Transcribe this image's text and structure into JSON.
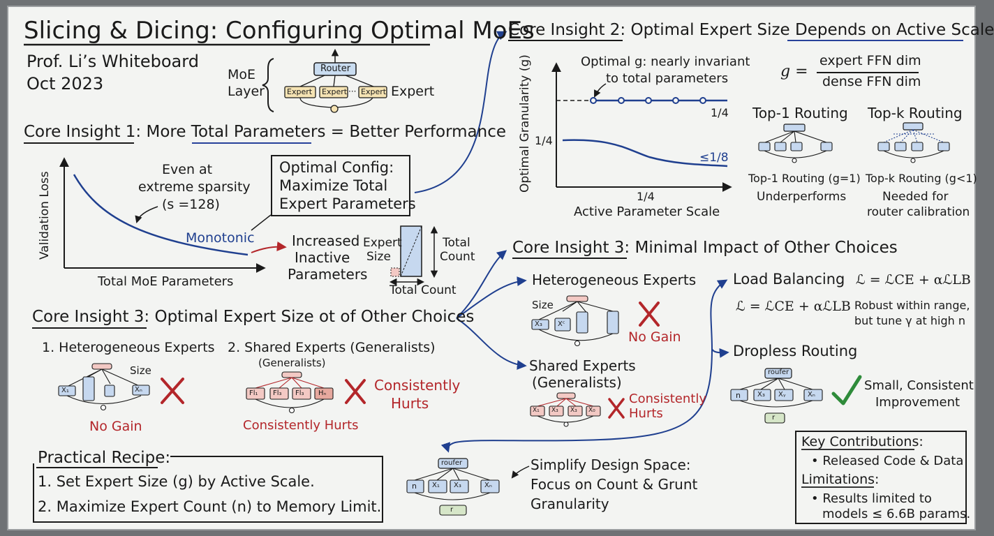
{
  "header": {
    "title": "Slicing & Dicing: Configuring Optimal MoEs",
    "author": "Prof. Li’s Whiteboard",
    "date": "Oct 2023"
  },
  "moe_diagram": {
    "label_line1": "MoE",
    "label_line2": "Layer",
    "router": "Router",
    "experts": [
      "Expert",
      "Expert",
      "Expert"
    ],
    "ellipsis": "···",
    "side_label": "Expert"
  },
  "insight1": {
    "title": "Core Insight 1: More Total Parameters = Better Performance",
    "chart_ylabel": "Validation Loss",
    "chart_xlabel": "Total MoE Parameters",
    "annotation": "Even at extreme sparsity (s =128)",
    "annotation_l1": "Even at",
    "annotation_l2": "extreme sparsity",
    "annotation_l3": "(s =128)",
    "curve_label": "Monotonic",
    "config_l1": "Optimal Config:",
    "config_l2": "Maximize Total",
    "config_l3": "Expert Parameters",
    "inactive_l1": "Increased",
    "inactive_l2": "Inactive",
    "inactive_l3": "Parameters",
    "expert_size_l1": "Expert",
    "expert_size_l2": "Size",
    "total_count_l1": "Total",
    "total_count_l2": "Count",
    "total_count_bottom": "Total Count"
  },
  "insight2": {
    "title": "Core Insight 2: Optimal Expert Size Depends on Active Scale",
    "chart_ylabel": "Optimal Granularity (g)",
    "chart_xlabel": "Active Parameter Scale",
    "note_l1": "Optimal g: nearly invariant",
    "note_l2": "to total parameters",
    "tick_y": "1/4",
    "tick_x": "1/4",
    "right_top": "1/4",
    "right_bottom": "≤1/8",
    "formula_lhs": "g =",
    "formula_num": "expert FFN dim",
    "formula_den": "dense FFN dim",
    "top1_title": "Top-1 Routing",
    "topk_title": "Top-k Routing",
    "top1_cap_l1": "Top-1 Routing (g=1)",
    "top1_cap_l2": "Underperforms",
    "topk_cap_l1": "Top-k Routing (g<1)",
    "topk_cap_l2": "Needed for",
    "topk_cap_l3": "router calibration"
  },
  "insight3_left": {
    "title": "Core Insight 3: Optimal Expert Size ot of Other Choices",
    "hetero_title": "1. Heterogeneous Experts",
    "hetero_size": "Size",
    "hetero_nodes": [
      "X₁",
      "Xₙ"
    ],
    "hetero_result": "No Gain",
    "shared_title": "2. Shared Experts (Generalists)",
    "shared_sub": "(Generalists)",
    "shared_nodes": [
      "Fl₁",
      "Fl₃",
      "Fl₃",
      "Hₙ"
    ],
    "shared_result_side_l1": "Consistently",
    "shared_result_side_l2": "Hurts",
    "shared_result_bottom": "Consistently Hurts"
  },
  "insight3_right": {
    "title": "Core Insight 3: Minimal Impact of Other Choices",
    "hetero_title": "Heterogeneous Experts",
    "hetero_size": "Size",
    "hetero_nodes": [
      "X₃",
      "Xᶜ"
    ],
    "hetero_result": "No Gain",
    "shared_title_l1": "Shared Experts",
    "shared_title_l2": "(Generalists)",
    "shared_nodes": [
      "X₁",
      "X₃",
      "X₃",
      "X₀"
    ],
    "shared_result_l1": "Consistently",
    "shared_result_l2": "Hurts",
    "load_title": "Load Balancing",
    "load_formula": "ℒ = ℒCE + αℒLB",
    "load_formula_2": "ℒ = ℒCE + αℒLB",
    "load_note_l1": "Robust within range,",
    "load_note_l2": "but tune γ at high n",
    "dropless_title": "Dropless Routing",
    "dropless_router": "roufer",
    "dropless_nodes": [
      "n",
      "X₃",
      "Xᵧ",
      "Xₙ"
    ],
    "dropless_r": "r",
    "dropless_note_l1": "Small, Consistent",
    "dropless_note_l2": "Improvement"
  },
  "recipe": {
    "title": "Practical Recipe:",
    "step1": "1. Set Expert Size (g) by Active Scale.",
    "step2": "2. Maximize Expert Count (n) to Memory Limit."
  },
  "simplify": {
    "router": "roufer",
    "nodes": [
      "n",
      "X₁",
      "X₃",
      "Xₙ"
    ],
    "r": "r",
    "note_l1": "Simplify Design Space:",
    "note_l2": "Focus on Count & Grunt",
    "note_l3": "Granularity"
  },
  "contrib": {
    "title": "Key Contributions:",
    "item1": "• Released Code & Data",
    "limit_title": "Limitations:",
    "item2_l1": "• Results limited to",
    "item2_l2": "models ≤ 6.6B params."
  },
  "colors": {
    "ink": "#1a1a1a",
    "blue": "#1f3f8f",
    "red": "#b3262a",
    "green": "#2e8b3a",
    "expert_fill": "#f5e3b3",
    "router_fill": "#c9dcf0",
    "node_blue": "#c6d8ef",
    "node_red": "#f3c9c4",
    "node_green": "#d6e6c8"
  }
}
